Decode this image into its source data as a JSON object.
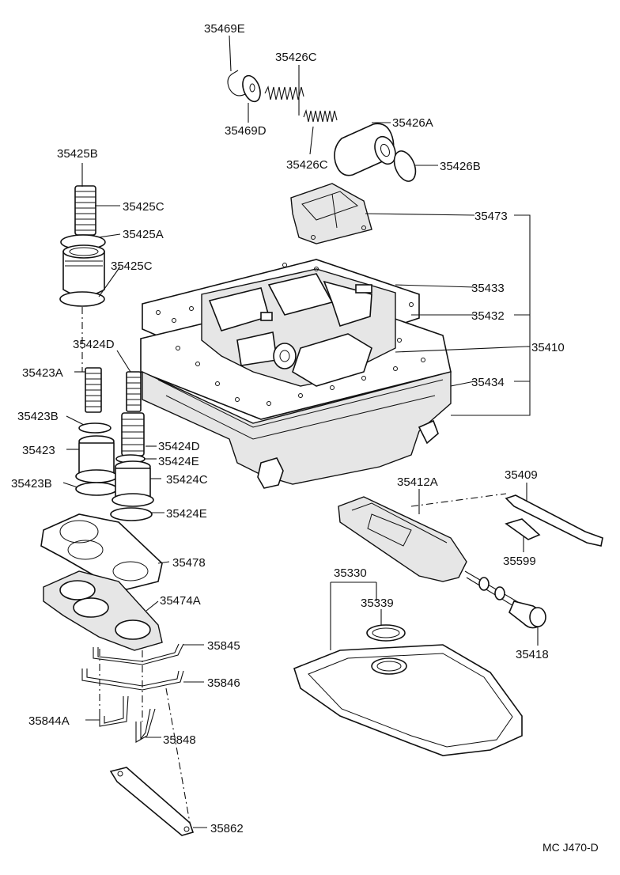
{
  "diagram": {
    "figure_code": "MC J470-D",
    "labels": [
      {
        "id": "p35469E",
        "text": "35469E"
      },
      {
        "id": "p35426C_top",
        "text": "35426C"
      },
      {
        "id": "p35469D",
        "text": "35469D"
      },
      {
        "id": "p35426A",
        "text": "35426A"
      },
      {
        "id": "p35426C_bot",
        "text": "35426C"
      },
      {
        "id": "p35426B",
        "text": "35426B"
      },
      {
        "id": "p35425B",
        "text": "35425B"
      },
      {
        "id": "p35425C_top",
        "text": "35425C"
      },
      {
        "id": "p35425A",
        "text": "35425A"
      },
      {
        "id": "p35425C_bot",
        "text": "35425C"
      },
      {
        "id": "p35473",
        "text": "35473"
      },
      {
        "id": "p35433",
        "text": "35433"
      },
      {
        "id": "p35432",
        "text": "35432"
      },
      {
        "id": "p35410",
        "text": "35410"
      },
      {
        "id": "p35434",
        "text": "35434"
      },
      {
        "id": "p35424D_top",
        "text": "35424D"
      },
      {
        "id": "p35423A",
        "text": "35423A"
      },
      {
        "id": "p35423B_top",
        "text": "35423B"
      },
      {
        "id": "p35423",
        "text": "35423"
      },
      {
        "id": "p35424D_mid",
        "text": "35424D"
      },
      {
        "id": "p35424E_top",
        "text": "35424E"
      },
      {
        "id": "p35423B_bot",
        "text": "35423B"
      },
      {
        "id": "p35424C",
        "text": "35424C"
      },
      {
        "id": "p35424E_bot",
        "text": "35424E"
      },
      {
        "id": "p35412A",
        "text": "35412A"
      },
      {
        "id": "p35409",
        "text": "35409"
      },
      {
        "id": "p35599",
        "text": "35599"
      },
      {
        "id": "p35478",
        "text": "35478"
      },
      {
        "id": "p35474A",
        "text": "35474A"
      },
      {
        "id": "p35330",
        "text": "35330"
      },
      {
        "id": "p35339",
        "text": "35339"
      },
      {
        "id": "p35418",
        "text": "35418"
      },
      {
        "id": "p35845",
        "text": "35845"
      },
      {
        "id": "p35846",
        "text": "35846"
      },
      {
        "id": "p35844A",
        "text": "35844A"
      },
      {
        "id": "p35848",
        "text": "35848"
      },
      {
        "id": "p35862",
        "text": "35862"
      }
    ]
  }
}
